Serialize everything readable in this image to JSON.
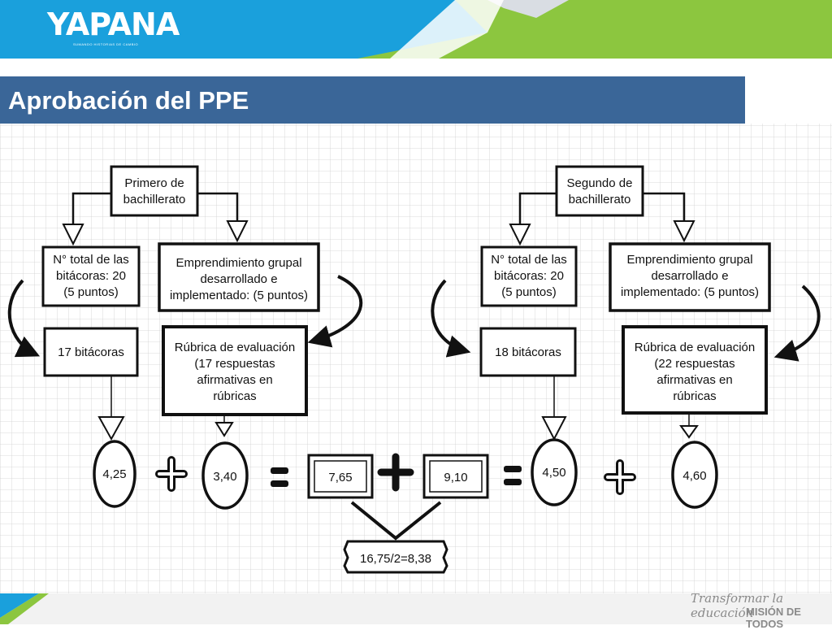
{
  "brand": {
    "logo_text": "YAPANA",
    "tagline": "SUMANDO HISTORIAS DE CAMBIO",
    "colors": {
      "blue": "#1aa0dc",
      "green": "#8cc63f",
      "title_bar": "#3a6698"
    }
  },
  "slide": {
    "title": "Aprobación del PPE"
  },
  "diagram": {
    "left": {
      "header": [
        "Primero de",
        "bachillerato"
      ],
      "logs_box": [
        "N° total de las",
        "bitácoras: 20",
        "(5 puntos)"
      ],
      "venture_box": [
        "Emprendimiento grupal",
        "desarrollado e",
        "implementado: (5 puntos)"
      ],
      "logs_count": "17 bitácoras",
      "rubric_box": [
        "Rúbrica de evaluación",
        "(17 respuestas",
        "afirmativas en",
        "rúbricas"
      ],
      "score_logs": "4,25",
      "score_rubric": "3,40",
      "total": "7,65"
    },
    "right": {
      "header": [
        "Segundo de",
        "bachillerato"
      ],
      "logs_box": [
        "N° total de las",
        "bitácoras: 20",
        "(5 puntos)"
      ],
      "venture_box": [
        "Emprendimiento grupal",
        "desarrollado e",
        "implementado: (5 puntos)"
      ],
      "logs_count": "18 bitácoras",
      "rubric_box": [
        "Rúbrica de evaluación",
        "(22 respuestas",
        "afirmativas en",
        "rúbricas"
      ],
      "score_logs": "4,50",
      "score_rubric": "4,60",
      "total": "9,10"
    },
    "final": "16,75/2=8,38"
  },
  "footer": {
    "slogan_line1": "Transformar la educación",
    "slogan_line2": "MISIÓN DE TODOS"
  }
}
